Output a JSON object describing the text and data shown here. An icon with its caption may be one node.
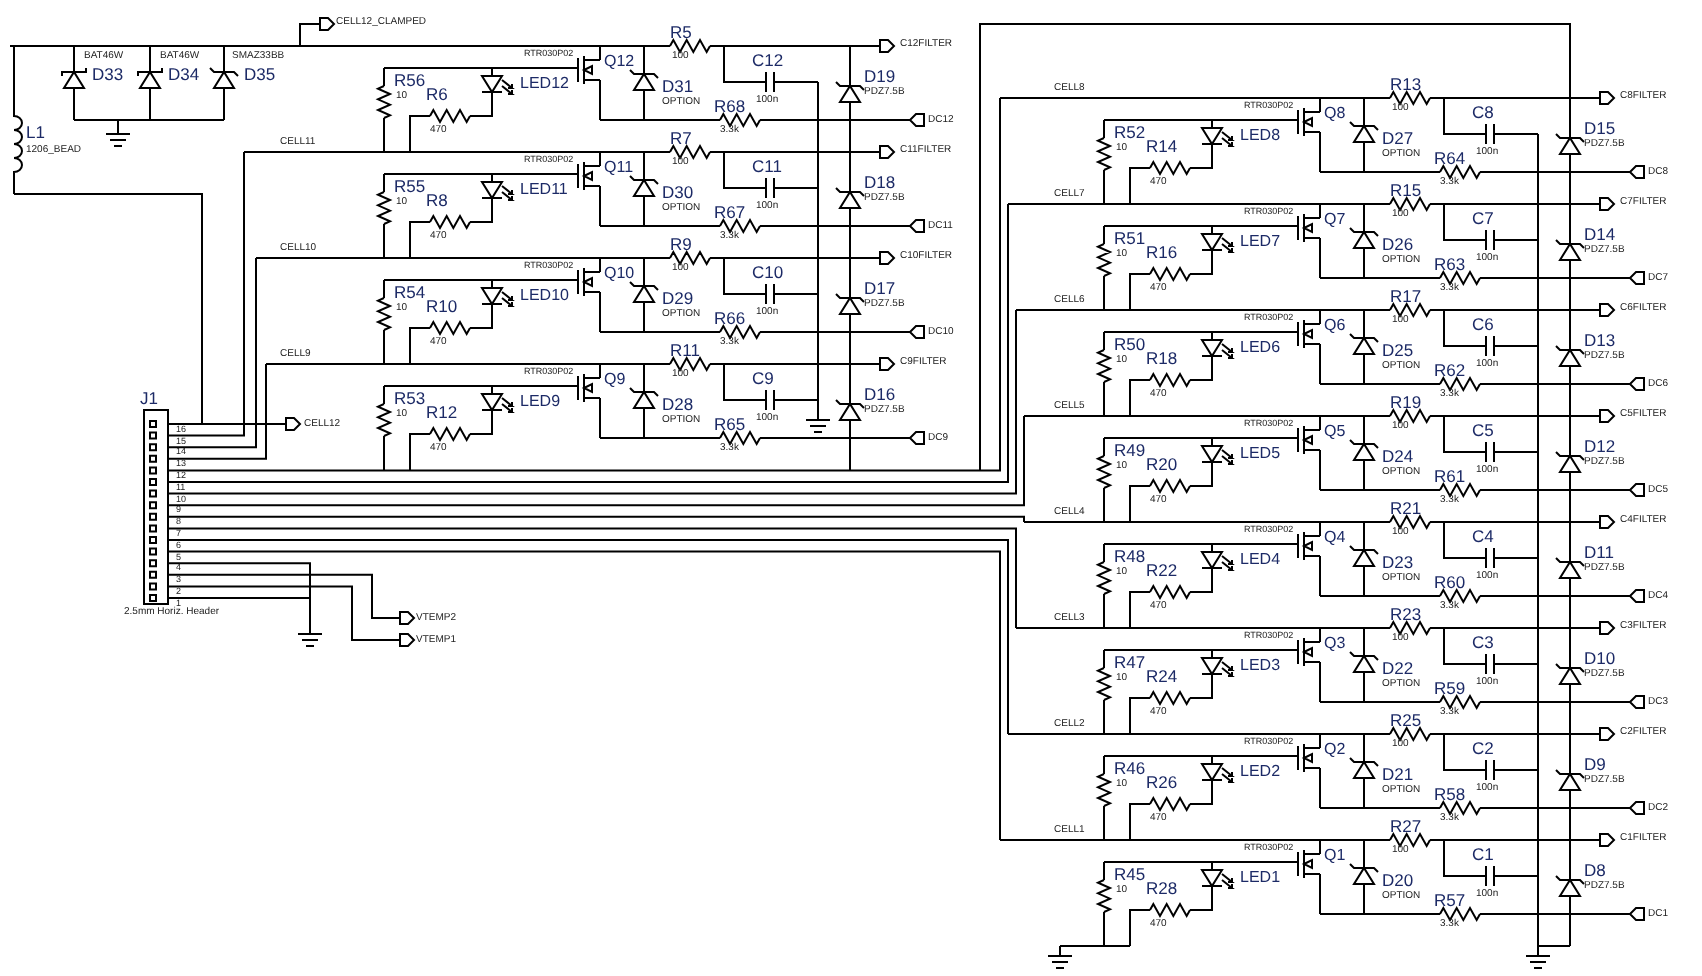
{
  "diagram": {
    "labels": [
      "CELL12_CLAMPED",
      "BAT46W",
      "D33",
      "BAT46W",
      "D34",
      "SMAZ33BB",
      "D35",
      "L1",
      "1206_BEAD",
      "J1",
      "16",
      "15",
      "14",
      "13",
      "12",
      "11",
      "10",
      "9",
      "8",
      "7",
      "6",
      "5",
      "4",
      "3",
      "2",
      "1",
      "2.5mm Horiz. Header",
      "VTEMP2",
      "VTEMP1",
      "CELL12",
      "R56",
      "10",
      "R6",
      "470",
      "LED12",
      "RTR030P02",
      "Q12",
      "D31",
      "OPTION",
      "R5",
      "100",
      "C12",
      "100n",
      "R68",
      "3.3k",
      "D19",
      "PDZ7.5B",
      "C12FILTER",
      "DC12",
      "CELL11",
      "R55",
      "10",
      "R8",
      "470",
      "LED11",
      "RTR030P02",
      "Q11",
      "D30",
      "OPTION",
      "R7",
      "100",
      "C11",
      "100n",
      "R67",
      "3.3k",
      "D18",
      "PDZ7.5B",
      "C11FILTER",
      "DC11",
      "CELL10",
      "R54",
      "10",
      "R10",
      "470",
      "LED10",
      "RTR030P02",
      "Q10",
      "D29",
      "OPTION",
      "R9",
      "100",
      "C10",
      "100n",
      "R66",
      "3.3k",
      "D17",
      "PDZ7.5B",
      "C10FILTER",
      "DC10",
      "CELL9",
      "R53",
      "10",
      "R12",
      "470",
      "LED9",
      "RTR030P02",
      "Q9",
      "D28",
      "OPTION",
      "R11",
      "100",
      "C9",
      "100n",
      "R65",
      "3.3k",
      "D16",
      "PDZ7.5B",
      "C9FILTER",
      "DC9",
      "CELL8",
      "R52",
      "10",
      "R14",
      "470",
      "LED8",
      "RTR030P02",
      "Q8",
      "D27",
      "OPTION",
      "R13",
      "100",
      "C8",
      "100n",
      "R64",
      "3.3k",
      "D15",
      "PDZ7.5B",
      "C8FILTER",
      "DC8",
      "CELL7",
      "R51",
      "10",
      "R16",
      "470",
      "LED7",
      "RTR030P02",
      "Q7",
      "D26",
      "OPTION",
      "R15",
      "100",
      "C7",
      "100n",
      "R63",
      "3.3k",
      "D14",
      "PDZ7.5B",
      "C7FILTER",
      "DC7",
      "CELL6",
      "R50",
      "10",
      "R18",
      "470",
      "LED6",
      "RTR030P02",
      "Q6",
      "D25",
      "OPTION",
      "R17",
      "100",
      "C6",
      "100n",
      "R62",
      "3.3k",
      "D13",
      "PDZ7.5B",
      "C6FILTER",
      "DC6",
      "CELL5",
      "R49",
      "10",
      "R20",
      "470",
      "LED5",
      "RTR030P02",
      "Q5",
      "D24",
      "OPTION",
      "R19",
      "100",
      "C5",
      "100n",
      "R61",
      "3.3k",
      "D12",
      "PDZ7.5B",
      "C5FILTER",
      "DC5",
      "CELL4",
      "R48",
      "10",
      "R22",
      "470",
      "LED4",
      "RTR030P02",
      "Q4",
      "D23",
      "OPTION",
      "R21",
      "100",
      "C4",
      "100n",
      "R60",
      "3.3k",
      "D11",
      "PDZ7.5B",
      "C4FILTER",
      "DC4",
      "CELL3",
      "R47",
      "10",
      "R24",
      "470",
      "LED3",
      "RTR030P02",
      "Q3",
      "D22",
      "OPTION",
      "R23",
      "100",
      "C3",
      "100n",
      "R59",
      "3.3k",
      "D10",
      "PDZ7.5B",
      "C3FILTER",
      "DC3",
      "CELL2",
      "R46",
      "10",
      "R26",
      "470",
      "LED2",
      "RTR030P02",
      "Q2",
      "D21",
      "OPTION",
      "R25",
      "100",
      "C2",
      "100n",
      "R58",
      "3.3k",
      "D9",
      "PDZ7.5B",
      "C2FILTER",
      "DC2",
      "CELL1",
      "R45",
      "10",
      "R28",
      "470",
      "LED1",
      "RTR030P02",
      "Q1",
      "D20",
      "OPTION",
      "R27",
      "100",
      "C1",
      "100n",
      "R57",
      "3.3k",
      "D8",
      "PDZ7.5B",
      "C1FILTER",
      "DC1"
    ]
  }
}
